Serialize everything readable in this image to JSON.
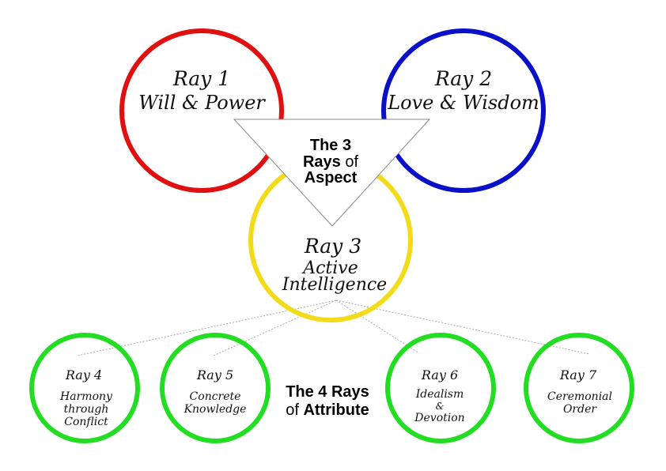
{
  "aspect_rays": [
    {
      "title": "Ray 1",
      "subtitle": "Will & Power",
      "color": "#e01010"
    },
    {
      "title": "Ray 2",
      "subtitle": "Love & Wisdom",
      "color": "#0a10c8"
    },
    {
      "title": "Ray 3",
      "subtitle_lines": [
        "Active",
        "Intelligence"
      ],
      "color": "#f2dc1a"
    }
  ],
  "aspect_label": {
    "line1": "The 3",
    "line2_bold": "Rays",
    "line2_rest": " of",
    "line3": "Aspect"
  },
  "attribute_label": {
    "line1": "The 4 Rays",
    "line2_prefix": "of ",
    "line2_bold": "Attribute"
  },
  "attribute_color": "#22dd22",
  "attribute_rays": [
    {
      "title": "Ray 4",
      "lines": [
        "Harmony",
        "through",
        "Conflict"
      ]
    },
    {
      "title": "Ray 5",
      "lines": [
        "Concrete",
        "Knowledge"
      ]
    },
    {
      "title": "Ray 6",
      "lines": [
        "Idealism",
        "&",
        "Devotion"
      ]
    },
    {
      "title": "Ray 7",
      "lines": [
        "Ceremonial",
        "Order"
      ]
    }
  ]
}
